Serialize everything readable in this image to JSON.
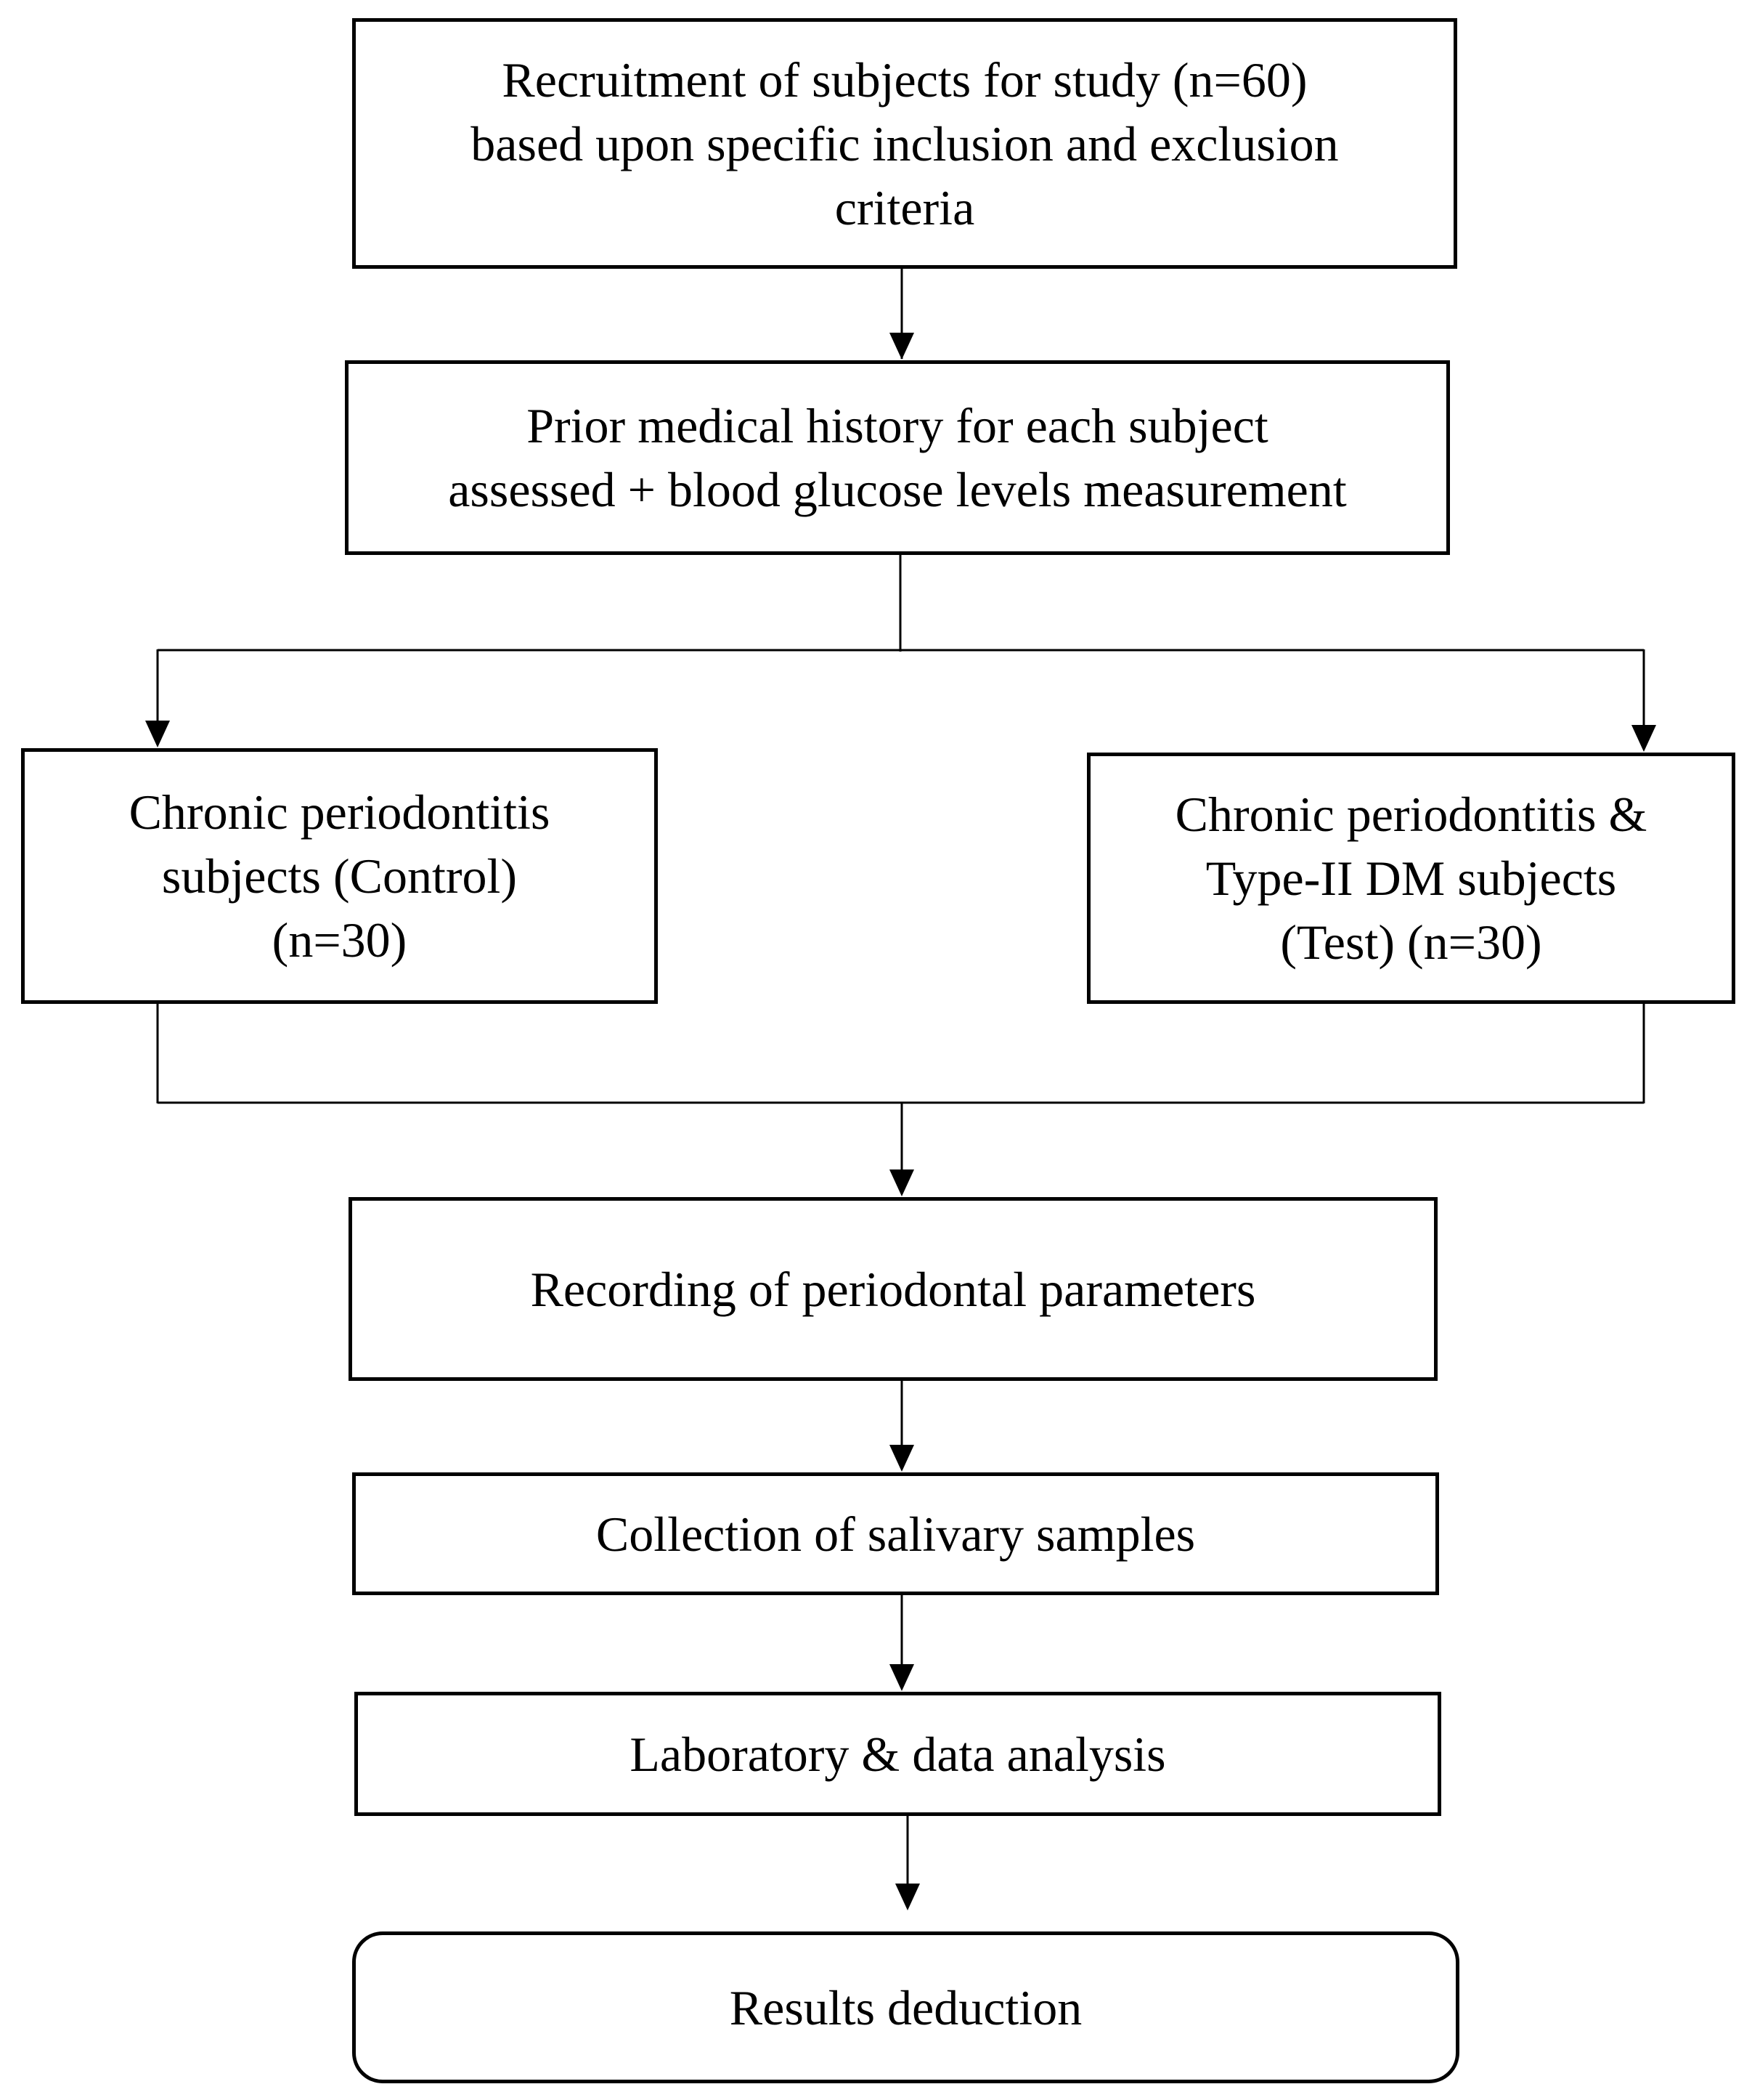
{
  "colors": {
    "stroke": "#000000",
    "background": "#ffffff",
    "text": "#000000"
  },
  "nodes": {
    "recruitment": "Recruitment of subjects for study (n=60)\nbased upon specific inclusion and exclusion\ncriteria",
    "medical_history": "Prior medical history for each subject\nassessed + blood glucose levels measurement",
    "control_group": "Chronic periodontitis\nsubjects (Control)\n(n=30)",
    "test_group": "Chronic periodontitis &\nType-II DM subjects\n(Test) (n=30)",
    "periodontal_parameters": "Recording of periodontal parameters",
    "salivary_samples": "Collection of salivary samples",
    "lab_analysis": "Laboratory & data analysis",
    "results": "Results deduction"
  }
}
